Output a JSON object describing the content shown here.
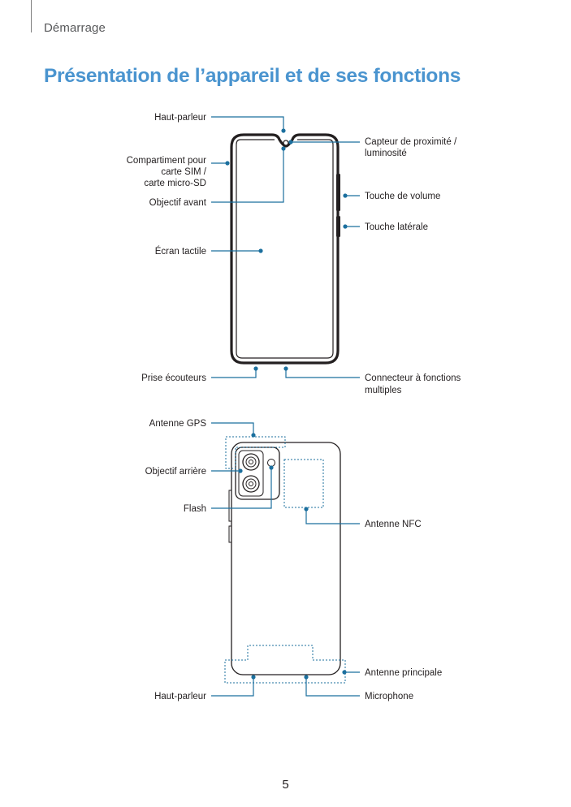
{
  "header": {
    "section": "Démarrage",
    "title": "Présentation de l’appareil et de ses fonctions"
  },
  "front_view": {
    "labels": {
      "speaker": "Haut-parleur",
      "sim_tray_l1": "Compartiment pour",
      "sim_tray_l2": "carte SIM /",
      "sim_tray_l3": "carte micro-SD",
      "front_camera": "Objectif avant",
      "touchscreen": "Écran tactile",
      "earphone_jack": "Prise écouteurs",
      "proximity_sensor_l1": "Capteur de proximité /",
      "proximity_sensor_l2": "luminosité",
      "volume_key": "Touche de volume",
      "side_key": "Touche latérale",
      "multipurpose_jack_l1": "Connecteur à fonctions",
      "multipurpose_jack_l2": "multiples"
    }
  },
  "back_view": {
    "labels": {
      "gps_antenna": "Antenne GPS",
      "rear_camera": "Objectif arrière",
      "flash": "Flash",
      "nfc_antenna": "Antenne NFC",
      "main_antenna": "Antenne principale",
      "speaker": "Haut-parleur",
      "microphone": "Microphone"
    }
  },
  "colors": {
    "accent": "#4a94cf",
    "callout": "#1b6f9e",
    "device_outline": "#231f20"
  },
  "footer": {
    "page_number": "5"
  }
}
